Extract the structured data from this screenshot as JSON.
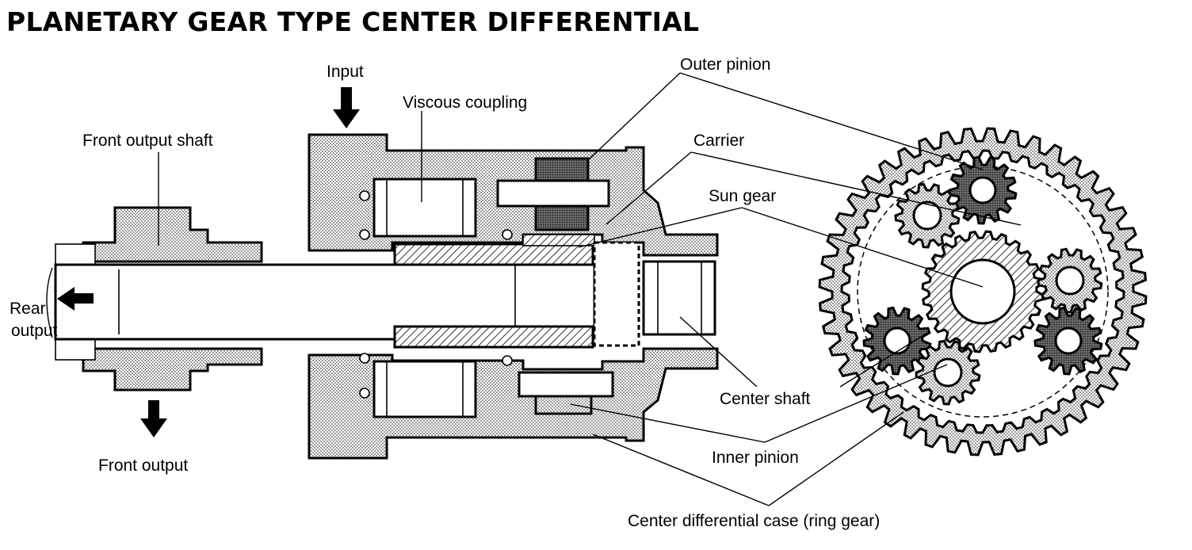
{
  "title": "PLANETARY GEAR TYPE CENTER DIFFERENTIAL",
  "labels": {
    "input": "Input",
    "viscous_coupling": "Viscous coupling",
    "outer_pinion": "Outer pinion",
    "front_output_shaft": "Front output shaft",
    "carrier": "Carrier",
    "sun_gear": "Sun gear",
    "rear": "Rear",
    "output": "output",
    "center_shaft": "Center shaft",
    "front_output": "Front output",
    "inner_pinion": "Inner pinion",
    "center_differential_case": "Center differential case (ring gear)"
  },
  "colors": {
    "ink": "#000000",
    "paper": "#ffffff",
    "stipple": "#c9c9c9",
    "dark_pinion": "#3a3a3a"
  },
  "icons": [
    "input-arrow-icon",
    "rear-output-arrow-icon",
    "front-output-arrow-icon"
  ]
}
